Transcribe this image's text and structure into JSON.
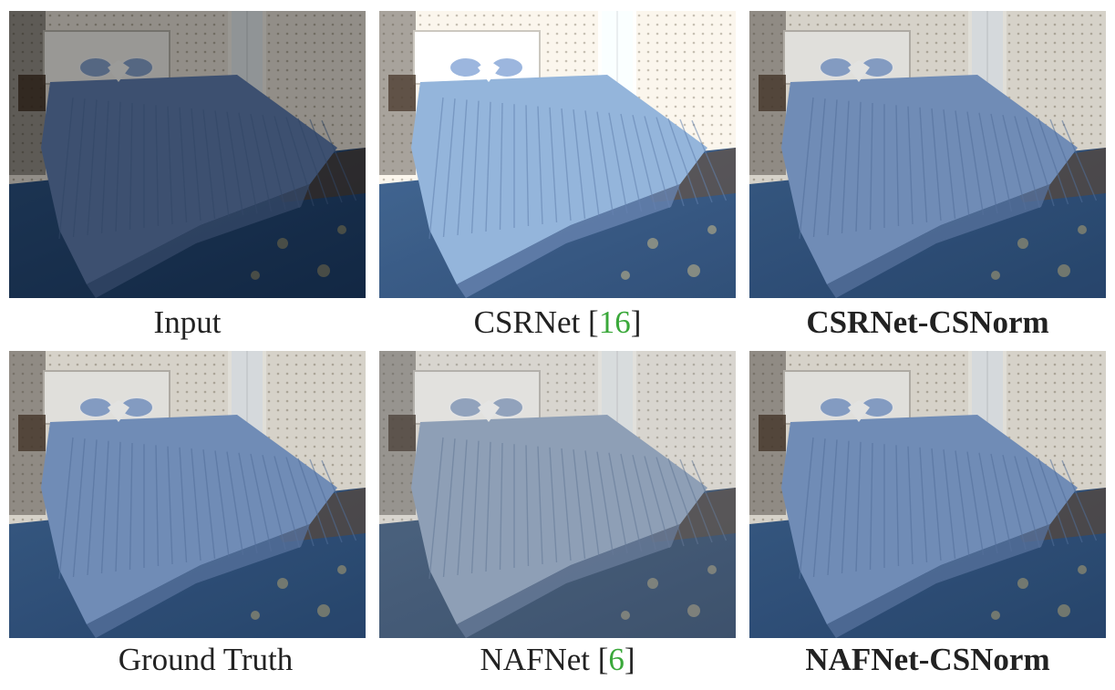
{
  "figure": {
    "panels": [
      {
        "label": "Input",
        "cite": "",
        "bold": false,
        "tone": "dark"
      },
      {
        "label": "CSRNet [",
        "cite": "16",
        "suffix": "]",
        "bold": false,
        "tone": "bright"
      },
      {
        "label": "CSRNet-CSNorm",
        "cite": "",
        "bold": true,
        "tone": "normal"
      },
      {
        "label": "Ground Truth",
        "cite": "",
        "bold": false,
        "tone": "normal"
      },
      {
        "label": "NAFNet [",
        "cite": "6",
        "suffix": "]",
        "bold": false,
        "tone": "hazy"
      },
      {
        "label": "NAFNet-CSNorm",
        "cite": "",
        "bold": true,
        "tone": "normal"
      }
    ],
    "colors": {
      "citation": "#3aa83a",
      "caption": "#222222"
    }
  }
}
